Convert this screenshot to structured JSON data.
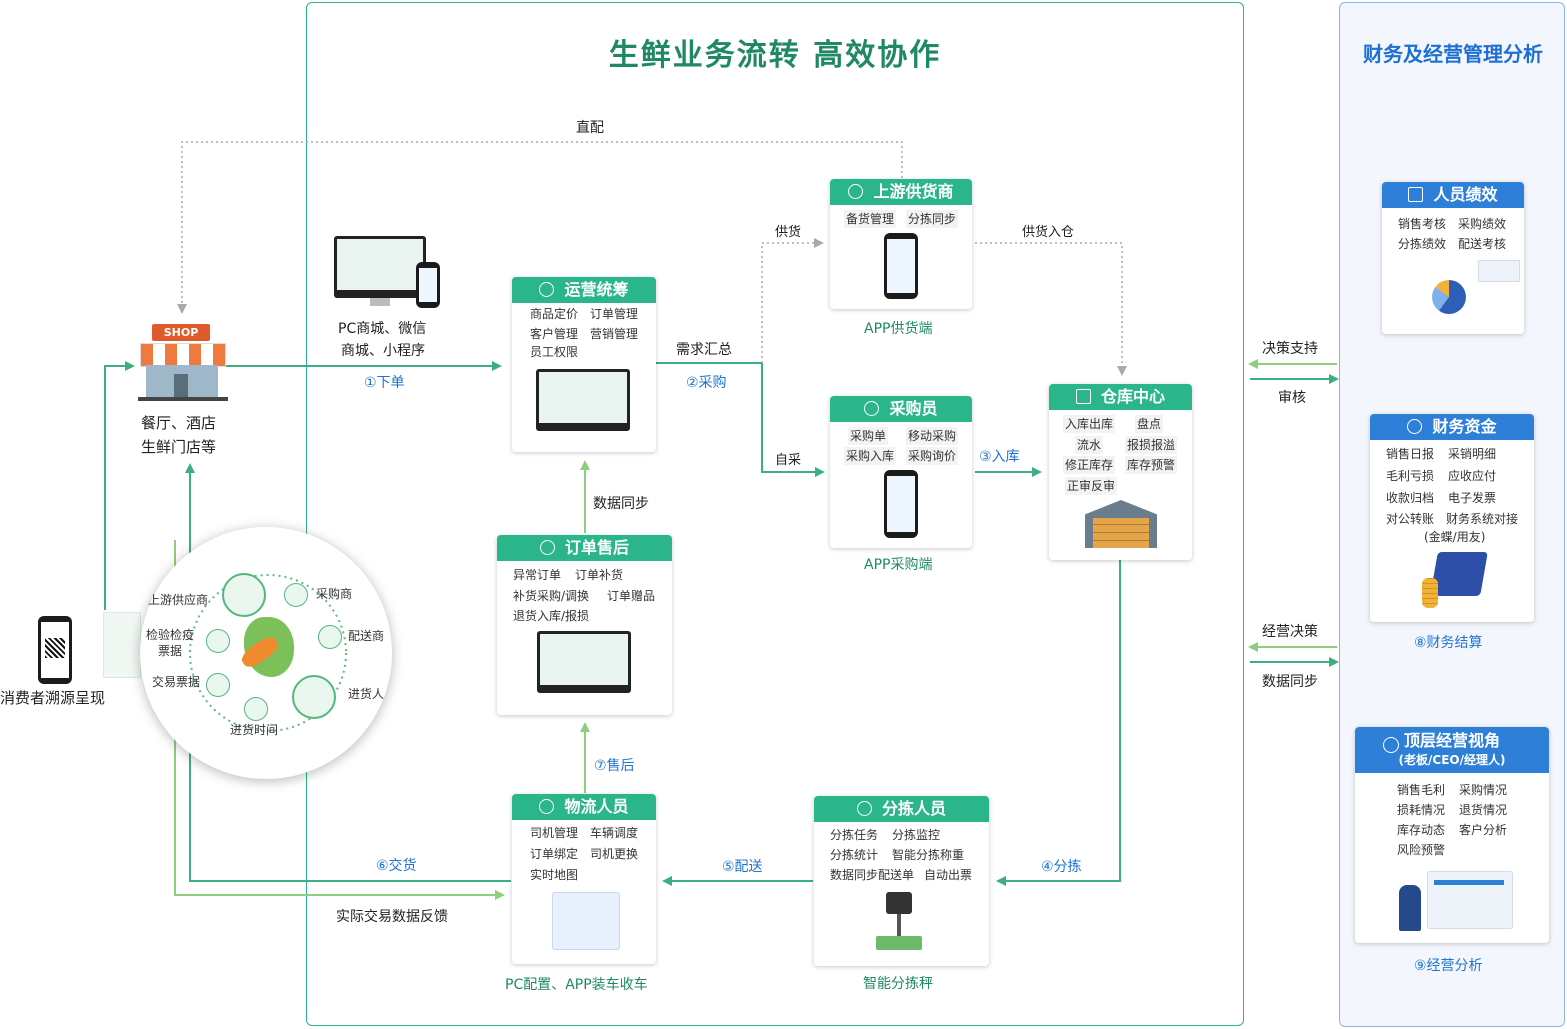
{
  "title": "生鲜业务流转   高效协作",
  "right_title": "财务及经营管理分析",
  "top_label": "直配",
  "store": {
    "shop_sign": "SHOP",
    "caption_1": "餐厅、酒店",
    "caption_2": "生鲜门店等"
  },
  "pc_caption": {
    "line1": "PC商城、微信",
    "line2": "商城、小程序"
  },
  "consumer": "消费者溯源呈现",
  "trace": {
    "upstream": "上游供应商",
    "buyer": "采购商",
    "inspection_1": "检验检疫",
    "inspection_2": "票据",
    "delivery": "配送商",
    "receipt": "交易票据",
    "purchaser": "进货人",
    "time": "进货时间"
  },
  "boxes": {
    "ops": {
      "title": "运营统筹",
      "items": [
        "商品定价",
        "订单管理",
        "客户管理",
        "营销管理",
        "员工权限"
      ]
    },
    "supplier": {
      "title": "上游供货商",
      "items": [
        "备货管理",
        "分拣同步"
      ],
      "caption": "APP供货端"
    },
    "buyer": {
      "title": "采购员",
      "items": [
        "采购单",
        "移动采购",
        "采购入库",
        "采购询价"
      ],
      "caption": "APP采购端"
    },
    "warehouse": {
      "title": "仓库中心",
      "items": [
        "入库出库",
        "盘点",
        "流水",
        "报损报溢",
        "修正库存",
        "库存预警",
        "正审反审"
      ]
    },
    "aftersale": {
      "title": "订单售后",
      "items": [
        "异常订单",
        "订单补货",
        "补货采购/调换",
        "订单赠品",
        "退货入库/报损"
      ]
    },
    "logistics": {
      "title": "物流人员",
      "items": [
        "司机管理",
        "车辆调度",
        "订单绑定",
        "司机更换",
        "实时地图"
      ],
      "caption": "PC配置、APP装车收车"
    },
    "sorter": {
      "title": "分拣人员",
      "items": [
        "分拣任务",
        "分拣监控",
        "分拣统计",
        "智能分拣称重",
        "数据同步配送单",
        "自动出票"
      ],
      "caption": "智能分拣秤"
    }
  },
  "flow": {
    "order": "①下单",
    "demand": "需求汇总",
    "purchase": "②采购",
    "supply": "供货",
    "supply_in": "供货入仓",
    "self_buy": "自采",
    "inbound": "③入库",
    "sort": "④分拣",
    "deliver": "⑤配送",
    "handover": "⑥交货",
    "after": "⑦售后",
    "sync": "数据同步",
    "feedback": "实际交易数据反馈",
    "decision_support": "决策支持",
    "audit": "审核",
    "business_decision": "经营决策",
    "data_sync": "数据同步"
  },
  "right": {
    "perf": {
      "title": "人员绩效",
      "items": [
        "销售考核",
        "采购绩效",
        "分拣绩效",
        "配送考核"
      ]
    },
    "finance": {
      "title": "财务资金",
      "items": [
        "销售日报",
        "采销明细",
        "毛利亏损",
        "应收应付",
        "收款归档",
        "电子发票",
        "对公转账",
        "财务系统对接",
        "(金蝶/用友)"
      ],
      "caption": "⑧财务结算"
    },
    "exec": {
      "title": "顶层经营视角",
      "subtitle": "(老板/CEO/经理人)",
      "items": [
        "销售毛利",
        "采购情况",
        "损耗情况",
        "退货情况",
        "库存动态",
        "客户分析",
        "风险预警"
      ],
      "caption": "⑨经营分析"
    }
  },
  "colors": {
    "green": "#2ab58a",
    "green_line": "#3aaf85",
    "light_green": "#8fce7e",
    "blue": "#2e7fd8",
    "dotted": "#aaaaaa"
  }
}
